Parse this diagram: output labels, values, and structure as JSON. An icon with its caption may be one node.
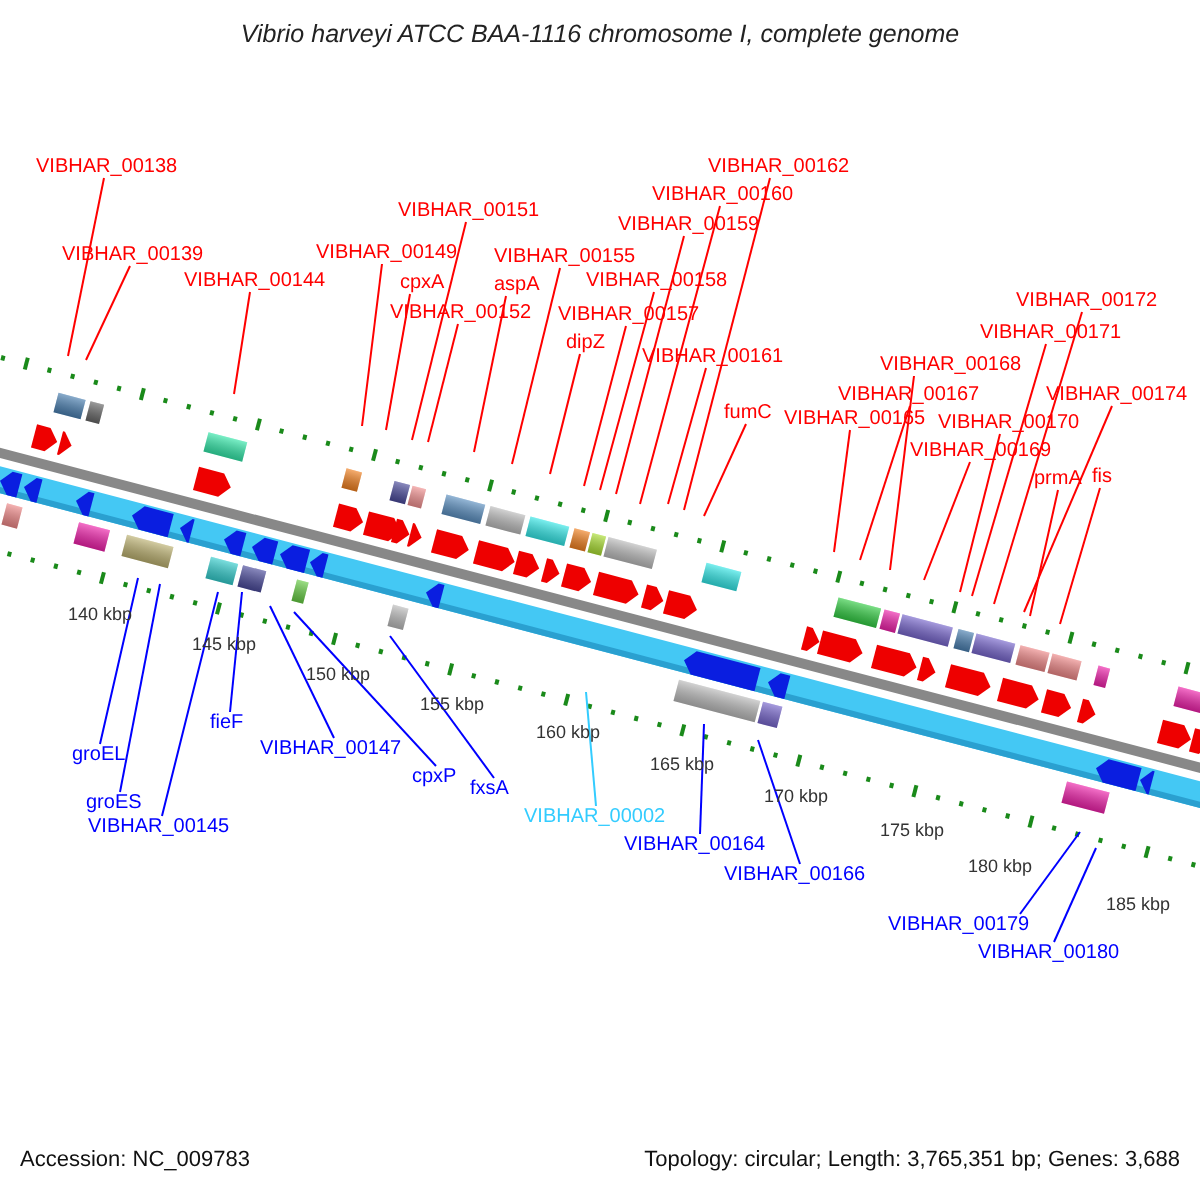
{
  "diagram": {
    "title": "Vibrio harveyi ATCC BAA-1116 chromosome I, complete genome",
    "nodes": [
      {
        "text": [
          "VIBHAR_00138"
        ]
      },
      {
        "text": [
          "VIBHAR_00139"
        ]
      },
      {
        "text": [
          "VIBHAR_00144"
        ]
      },
      {
        "text": [
          "VIBHAR_00149"
        ]
      },
      {
        "text": [
          "VIBHAR_00151"
        ]
      },
      {
        "text": [
          "cpxA"
        ]
      },
      {
        "text": [
          "VIBHAR_00152"
        ]
      },
      {
        "text": [
          "VIBHAR_00155"
        ]
      },
      {
        "text": [
          "aspA"
        ]
      },
      {
        "text": [
          "VIBHAR_00157"
        ]
      },
      {
        "text": [
          "dipZ"
        ]
      },
      {
        "text": [
          "VIBHAR_00158"
        ]
      },
      {
        "text": [
          "VIBHAR_00159"
        ]
      },
      {
        "text": [
          "VIBHAR_00160"
        ]
      },
      {
        "text": [
          "VIBHAR_00162"
        ]
      },
      {
        "text": [
          "VIBHAR_00161"
        ]
      },
      {
        "text": [
          "fumC"
        ]
      },
      {
        "text": [
          "VIBHAR_00165"
        ]
      },
      {
        "text": [
          "VIBHAR_00167"
        ]
      },
      {
        "text": [
          "VIBHAR_00168"
        ]
      },
      {
        "text": [
          "VIBHAR_00169"
        ]
      },
      {
        "text": [
          "VIBHAR_00170"
        ]
      },
      {
        "text": [
          "VIBHAR_00171"
        ]
      },
      {
        "text": [
          "VIBHAR_00172"
        ]
      },
      {
        "text": [
          "VIBHAR_00174"
        ]
      },
      {
        "text": [
          "prmA"
        ]
      },
      {
        "text": [
          "fis"
        ]
      },
      {
        "text": [
          "groEL"
        ]
      },
      {
        "text": [
          "groES"
        ]
      },
      {
        "text": [
          "VIBHAR_00145"
        ]
      },
      {
        "text": [
          "fieF"
        ]
      },
      {
        "text": [
          "VIBHAR_00147"
        ]
      },
      {
        "text": [
          "cpxP"
        ]
      },
      {
        "text": [
          "fxsA"
        ]
      },
      {
        "text": [
          "VIBHAR_00002"
        ]
      },
      {
        "text": [
          "VIBHAR_00164"
        ]
      },
      {
        "text": [
          "VIBHAR_00166"
        ]
      },
      {
        "text": [
          "VIBHAR_00179"
        ]
      },
      {
        "text": [
          "VIBHAR_00180"
        ]
      }
    ],
    "edges": [
      {
        "from": 0,
        "to": null,
        "arrow": "none"
      },
      {
        "from": 1,
        "to": null,
        "arrow": "none"
      },
      {
        "from": 2,
        "to": null,
        "arrow": "none"
      },
      {
        "from": 3,
        "to": null,
        "arrow": "none"
      },
      {
        "from": 4,
        "to": null,
        "arrow": "none"
      },
      {
        "from": 5,
        "to": null,
        "arrow": "none"
      },
      {
        "from": 6,
        "to": null,
        "arrow": "none"
      },
      {
        "from": 7,
        "to": null,
        "arrow": "none"
      },
      {
        "from": 8,
        "to": null,
        "arrow": "none"
      },
      {
        "from": 9,
        "to": null,
        "arrow": "none"
      },
      {
        "from": 10,
        "to": null,
        "arrow": "none"
      },
      {
        "from": 11,
        "to": null,
        "arrow": "none"
      },
      {
        "from": 12,
        "to": null,
        "arrow": "none"
      },
      {
        "from": 13,
        "to": null,
        "arrow": "none"
      },
      {
        "from": 14,
        "to": null,
        "arrow": "none"
      },
      {
        "from": 15,
        "to": null,
        "arrow": "none"
      },
      {
        "from": 16,
        "to": null,
        "arrow": "none"
      },
      {
        "from": 17,
        "to": null,
        "arrow": "none"
      },
      {
        "from": 18,
        "to": null,
        "arrow": "none"
      },
      {
        "from": 19,
        "to": null,
        "arrow": "none"
      },
      {
        "from": 20,
        "to": null,
        "arrow": "none"
      },
      {
        "from": 21,
        "to": null,
        "arrow": "none"
      },
      {
        "from": 22,
        "to": null,
        "arrow": "none"
      },
      {
        "from": 23,
        "to": null,
        "arrow": "none"
      },
      {
        "from": 24,
        "to": null,
        "arrow": "none"
      },
      {
        "from": 25,
        "to": null,
        "arrow": "none"
      },
      {
        "from": 26,
        "to": null,
        "arrow": "none"
      },
      {
        "from": 27,
        "to": null,
        "arrow": "none",
        "color": "#0000ff"
      },
      {
        "from": 28,
        "to": null,
        "arrow": "none",
        "color": "#0000ff"
      },
      {
        "from": 29,
        "to": null,
        "arrow": "none",
        "color": "#0000ff"
      },
      {
        "from": 30,
        "to": null,
        "arrow": "none",
        "color": "#0000ff"
      },
      {
        "from": 31,
        "to": null,
        "arrow": "none",
        "color": "#0000ff"
      },
      {
        "from": 32,
        "to": null,
        "arrow": "none",
        "color": "#0000ff"
      },
      {
        "from": 33,
        "to": null,
        "arrow": "none",
        "color": "#0000ff"
      },
      {
        "from": 34,
        "to": null,
        "arrow": "none",
        "color": "#33ccff"
      },
      {
        "from": 35,
        "to": null,
        "arrow": "none",
        "color": "#0000ff"
      },
      {
        "from": 36,
        "to": null,
        "arrow": "none",
        "color": "#0000ff"
      },
      {
        "from": 37,
        "to": null,
        "arrow": "none",
        "color": "#0000ff"
      },
      {
        "from": 38,
        "to": null,
        "arrow": "none",
        "color": "#0000ff"
      }
    ],
    "labels": [
      "140 kbp",
      "145 kbp",
      "150 kbp",
      "155 kbp",
      "160 kbp",
      "165 kbp",
      "170 kbp",
      "175 kbp",
      "180 kbp",
      "185 kbp",
      "Accession: NC_009783",
      "Topology: circular; Length: 3,765,351 bp; Genes: 3,688"
    ]
  }
}
